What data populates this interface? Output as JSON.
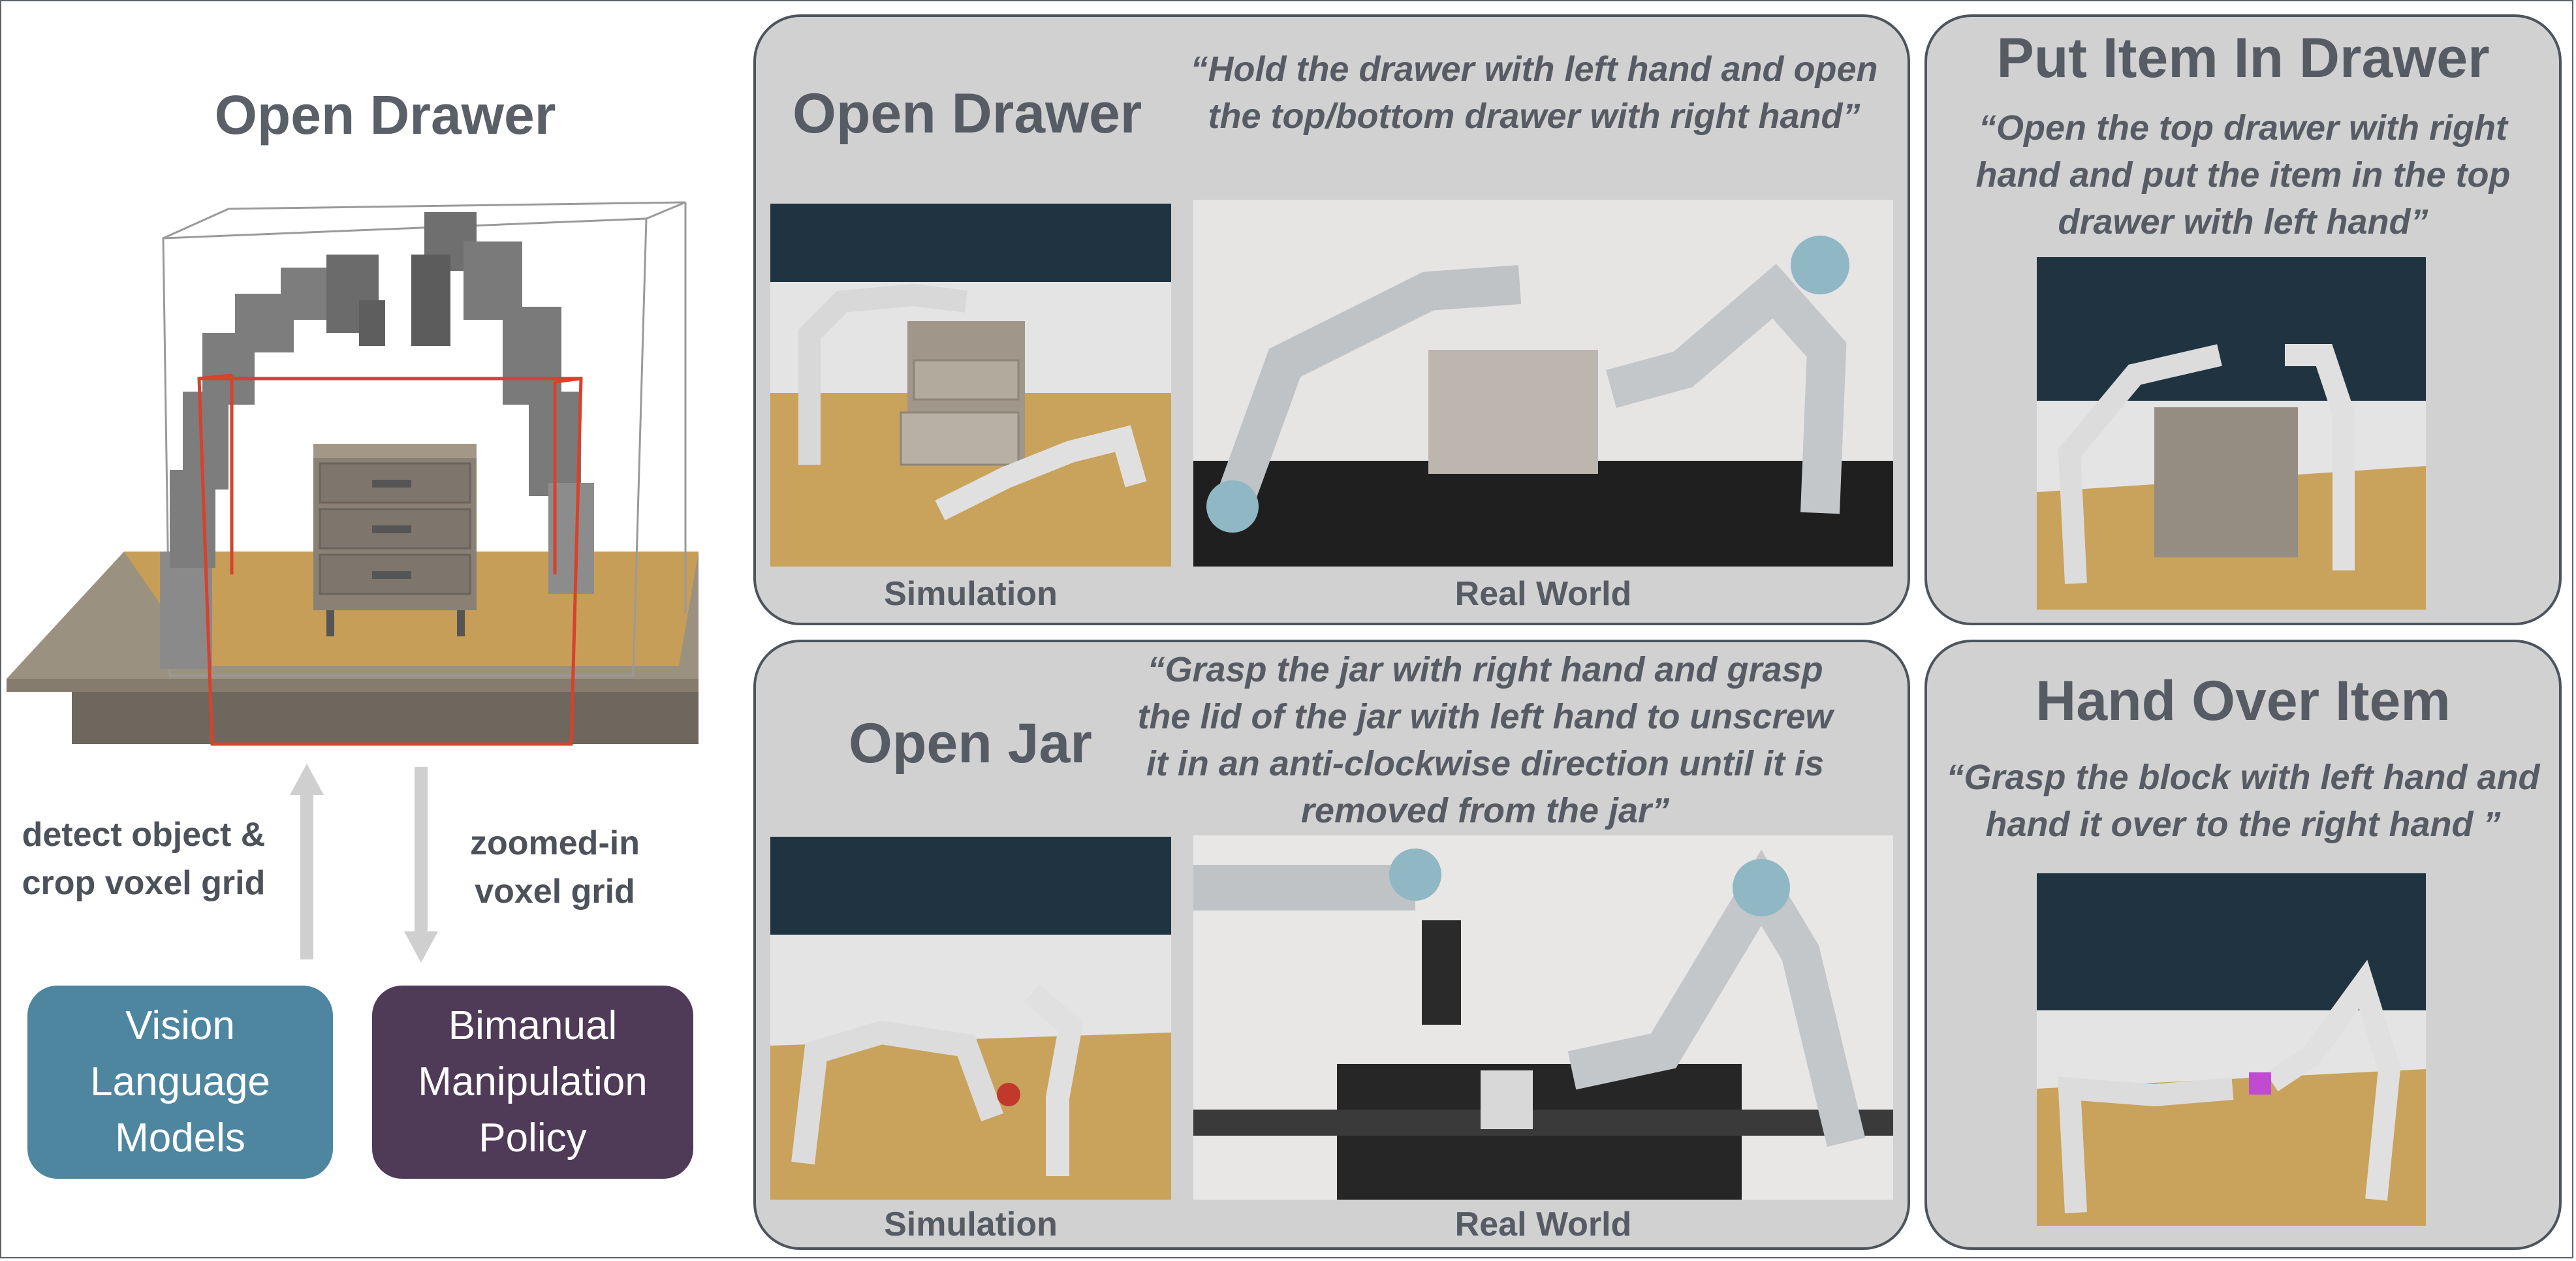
{
  "left": {
    "title": "Open Drawer",
    "arrow_up_label": "detect object & crop voxel grid",
    "arrow_down_label": "zoomed-in voxel grid",
    "vlm_box": "Vision Language Models",
    "policy_box": "Bimanual Manipulation Policy"
  },
  "panels": {
    "open_drawer": {
      "title": "Open Drawer",
      "quote": "“Hold the drawer with left hand and open the top/bottom drawer with right hand”",
      "sim_caption": "Simulation",
      "real_caption": "Real World"
    },
    "open_jar": {
      "title": "Open Jar",
      "quote": "“Grasp the jar with right hand and grasp the lid of the jar with left hand to unscrew it in an anti-clockwise direction until it is removed from the jar”",
      "sim_caption": "Simulation",
      "real_caption": "Real World"
    },
    "put_item": {
      "title": "Put Item In Drawer",
      "quote": "“Open the top drawer with right hand and put the item in the top drawer with left hand”"
    },
    "hand_over": {
      "title": "Hand Over Item",
      "quote": "“Grasp the block with left hand and hand it over to the right hand ”"
    }
  },
  "colors": {
    "panel_bg": "#d1d1d1",
    "panel_border": "#4e545b",
    "vlm_box": "#4e86a0",
    "policy_box": "#4f3a57",
    "crop_box": "#d8412b",
    "arrow": "#cfcfcf"
  }
}
